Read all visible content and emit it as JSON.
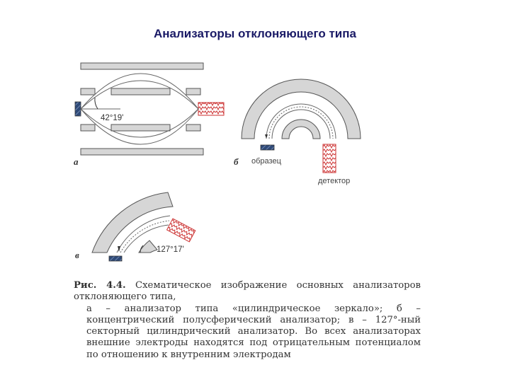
{
  "title": "Анализаторы отклоняющего типа",
  "figure": {
    "panel_a": {
      "letter": "а",
      "angle": "42°19'"
    },
    "panel_b": {
      "letter": "б",
      "sample_label": "образец",
      "detector_label": "детектор"
    },
    "panel_c": {
      "letter": "в",
      "angle": "127°17'"
    }
  },
  "caption": {
    "head": "Рис. 4.4.",
    "line1": "Схематическое изображение основных анализаторов отклоняющего типа,",
    "line2": "а – анализатор типа «цилиндрическое зеркало»; б – концентрический полусферический анализатор; в – 127°-ный секторный цилиндрический анализатор. Во всех анализаторах внешние электроды находятся под отрицательным потенциалом по отношению к внутренним электродам"
  },
  "colors": {
    "electrode_fill": "#d6d6d6",
    "stroke": "#555555",
    "sample": "#2f4a78",
    "detector": "#cc3333"
  }
}
